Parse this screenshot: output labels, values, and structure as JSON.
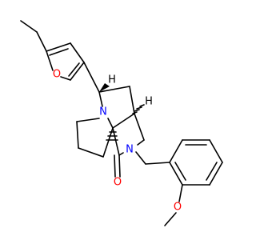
{
  "molecule": {
    "atoms": [
      {
        "id": "o_furan",
        "symbol": "O",
        "color": "#ff0000"
      },
      {
        "id": "n_pyrrolidine",
        "symbol": "N",
        "color": "#0000ff"
      },
      {
        "id": "n_lactam",
        "symbol": "N",
        "color": "#0000ff"
      },
      {
        "id": "o_carbonyl",
        "symbol": "O",
        "color": "#ff0000"
      },
      {
        "id": "o_methoxy",
        "symbol": "O",
        "color": "#ff0000"
      }
    ],
    "stereo_marks": [
      {
        "id": "h_c4",
        "symbol": "H",
        "color": "#000000"
      },
      {
        "id": "h_c3a",
        "symbol": "H",
        "color": "#000000"
      }
    ]
  }
}
